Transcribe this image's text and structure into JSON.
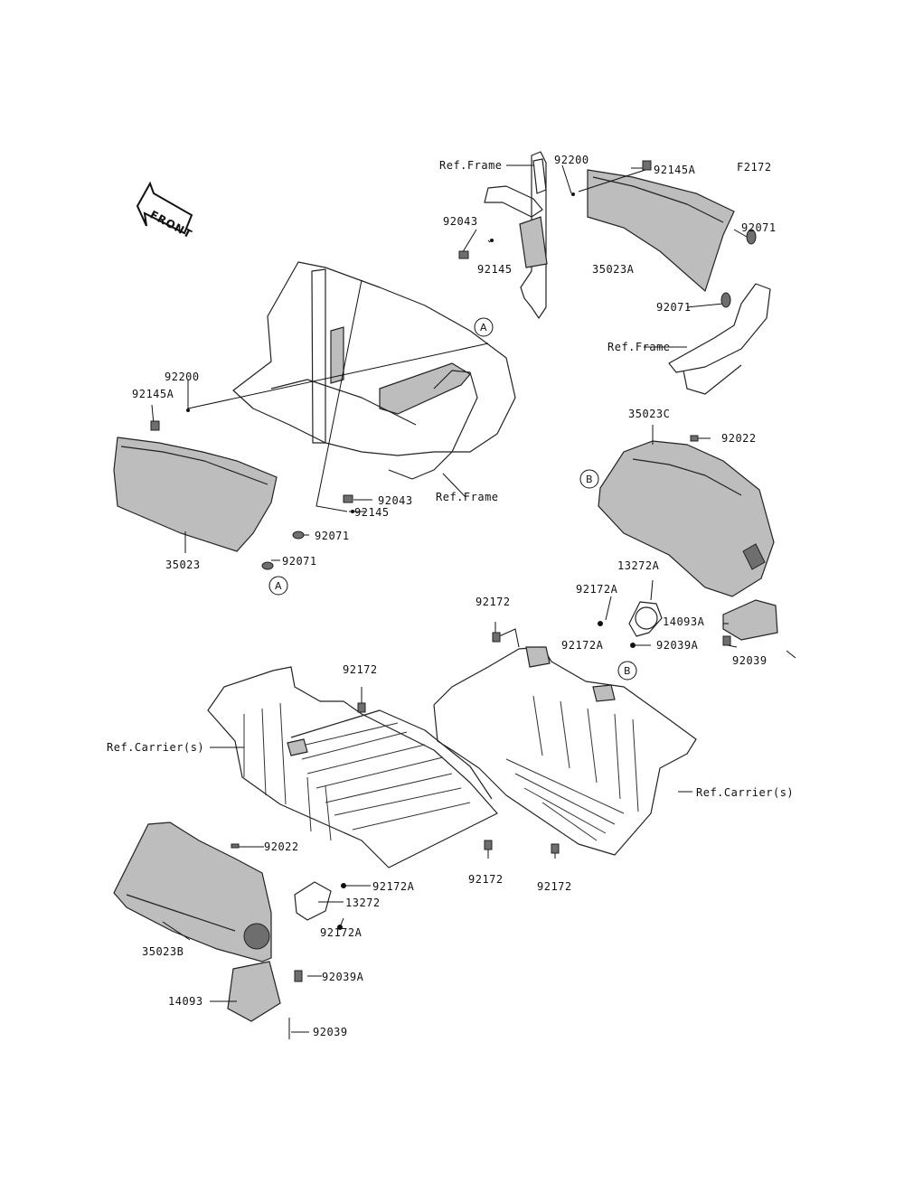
{
  "diagram_code": "F2172",
  "front_label": "FRONT",
  "labels": {
    "ref_frame": "Ref.Frame",
    "ref_carrier": "Ref.Carrier(s)",
    "p92200": "92200",
    "p92145A": "92145A",
    "p92043": "92043",
    "p92145": "92145",
    "p35023A": "35023A",
    "p92071": "92071",
    "p35023": "35023",
    "p35023C": "35023C",
    "p92022": "92022",
    "p13272A": "13272A",
    "p92172A": "92172A",
    "p14093A": "14093A",
    "p92039A": "92039A",
    "p92039": "92039",
    "p92172": "92172",
    "p35023B": "35023B",
    "p13272": "13272",
    "p14093": "14093"
  },
  "markers": {
    "a": "A",
    "b": "B"
  }
}
